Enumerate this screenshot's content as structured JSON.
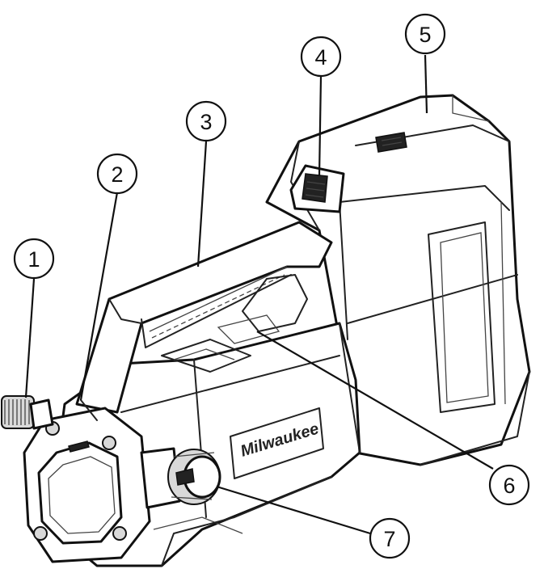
{
  "callouts": [
    {
      "label": "1"
    },
    {
      "label": "2"
    },
    {
      "label": "3"
    },
    {
      "label": "4"
    },
    {
      "label": "5"
    },
    {
      "label": "6"
    },
    {
      "label": "7"
    }
  ],
  "brand_logo_text": "Milwaukee"
}
